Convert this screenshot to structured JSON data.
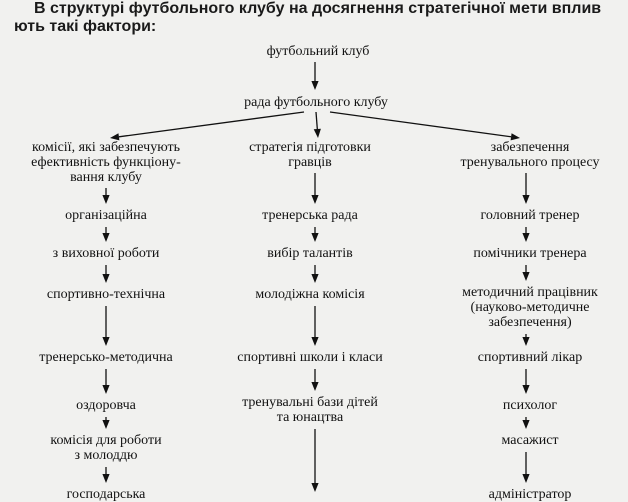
{
  "intro": {
    "line1": "В структурі футбольного клубу на досягнення стратегічної мети вплив",
    "line2": "ють такі фактори:"
  },
  "top": {
    "club": "футбольний клуб",
    "board": "рада футбольного клубу"
  },
  "left": {
    "header": [
      "комісії, які забезпечують",
      "ефективність функціону-",
      "вання клубу"
    ],
    "items": [
      [
        "організаційна"
      ],
      [
        "з виховної роботи"
      ],
      [
        "спортивно-технічна"
      ],
      [
        "тренерсько-методична"
      ],
      [
        "оздоровча"
      ],
      [
        "комісія для роботи",
        "з молоддю"
      ],
      [
        "господарська"
      ]
    ]
  },
  "middle": {
    "header": [
      "стратегія підготовки",
      "гравців"
    ],
    "items": [
      [
        "тренерська рада"
      ],
      [
        "вибір талантів"
      ],
      [
        "молодіжна комісія"
      ],
      [
        "спортивні школи і класи"
      ],
      [
        "тренувальні бази дітей",
        "та юнацтва"
      ]
    ]
  },
  "right": {
    "header": [
      "забезпечення",
      "тренувального процесу"
    ],
    "items": [
      [
        "головний тренер"
      ],
      [
        "помічники тренера"
      ],
      [
        "методичний працівник",
        "(науково-методичне",
        "забезпечення)"
      ],
      [
        "спортивний лікар"
      ],
      [
        "психолог"
      ],
      [
        "масажист"
      ],
      [
        "адміністратор"
      ]
    ]
  }
}
